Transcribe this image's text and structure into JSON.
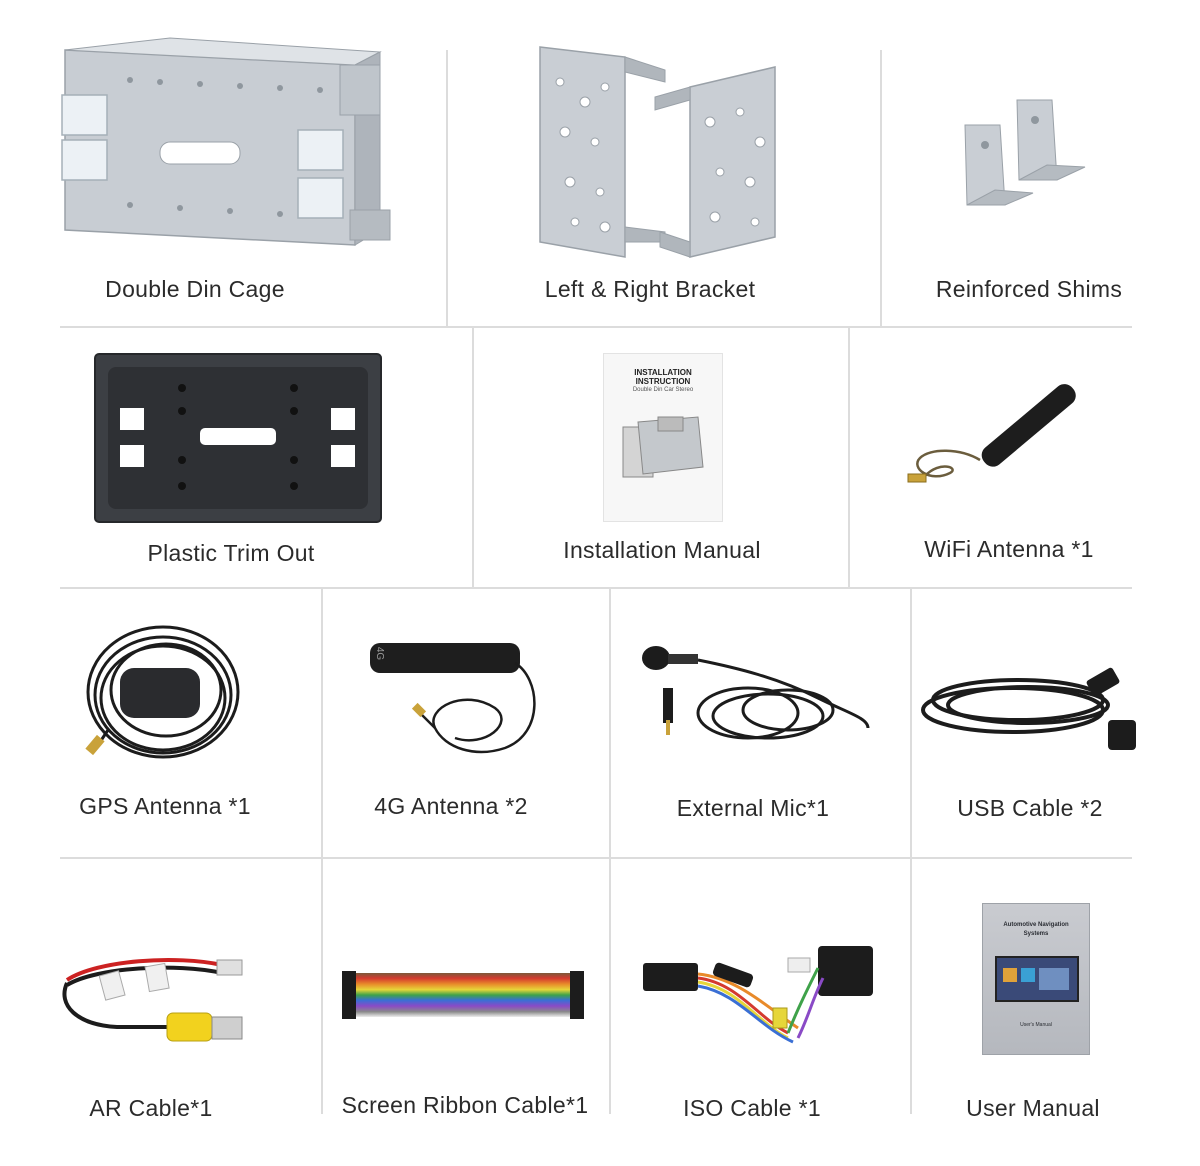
{
  "items": [
    {
      "label": "Double Din Cage"
    },
    {
      "label": "Left & Right Bracket"
    },
    {
      "label": "Reinforced Shims"
    },
    {
      "label": "Plastic Trim Out"
    },
    {
      "label": "Installation Manual"
    },
    {
      "label": "WiFi Antenna *1"
    },
    {
      "label": "GPS Antenna *1"
    },
    {
      "label": "4G Antenna *2"
    },
    {
      "label": "External Mic*1"
    },
    {
      "label": "USB Cable *2"
    },
    {
      "label": "AR Cable*1"
    },
    {
      "label": "Screen Ribbon Cable*1"
    },
    {
      "label": "ISO Cable *1"
    },
    {
      "label": "User Manual"
    }
  ],
  "install_manual": {
    "title_line1": "INSTALLATION",
    "title_line2": "INSTRUCTION",
    "subtitle": "Double Din Car Stereo"
  },
  "user_manual": {
    "title_line1": "Automotive Navigation",
    "title_line2": "Systems",
    "footer": "User's Manual"
  },
  "antenna_4g_mark": "4G",
  "colors": {
    "divider": "#dcdcdc",
    "metal": "#c9ced4",
    "plastic": "#3a3d42",
    "cable": "#1c1c1c"
  }
}
